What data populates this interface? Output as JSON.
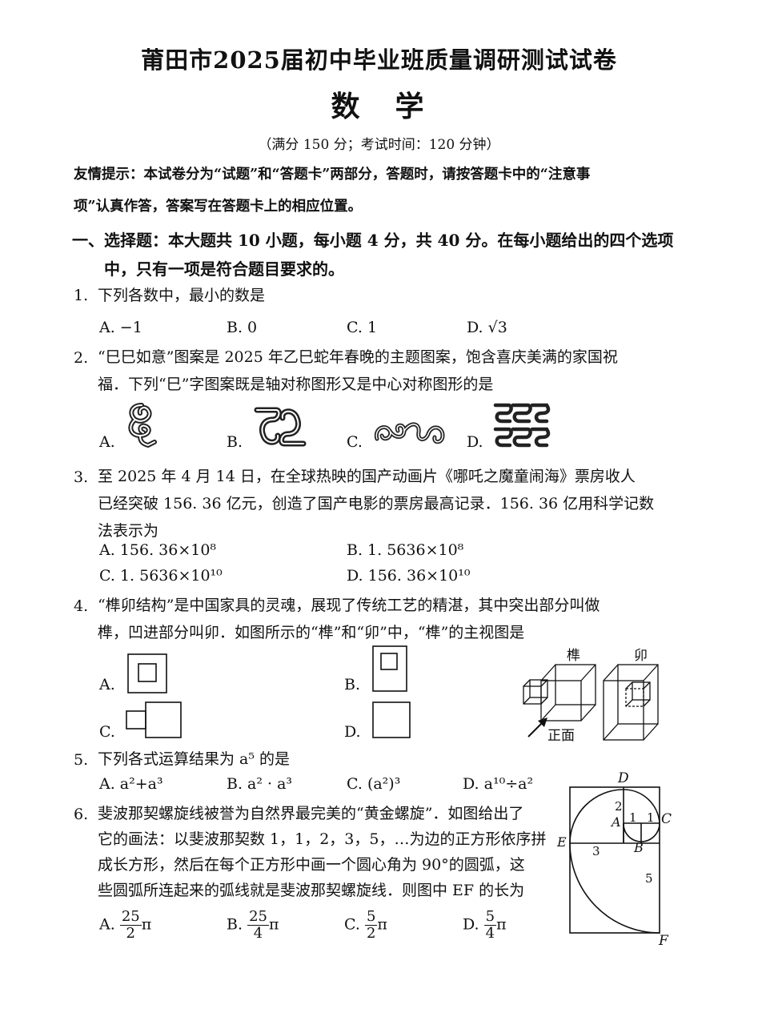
{
  "header": {
    "title": "莆田市2025届初中毕业班质量调研测试试卷",
    "subject": "数学",
    "meta": "（满分 150 分；考试时间：120 分钟）"
  },
  "tip": {
    "line1": "友情提示：本试卷分为“试题”和“答题卡”两部分，答题时，请按答题卡中的“注意事",
    "line2": "项”认真作答，答案写在答题卡上的相应位置。"
  },
  "section1": {
    "line1": "一、选择题：本大题共 10 小题，每小题 4 分，共 40 分。在每小题给出的四个选项",
    "line2": "中，只有一项是符合题目要求的。"
  },
  "questions": [
    {
      "num": "1.",
      "stem": [
        "下列各数中，最小的数是"
      ],
      "options": [
        "A.  −1",
        "B.  0",
        "C.  1",
        "D.  √3"
      ]
    },
    {
      "num": "2.",
      "stem": [
        "“巳巳如意”图案是 2025 年乙巳蛇年春晚的主题图案，饱含喜庆美满的家国祝",
        "福．下列“巳”字图案既是轴对称图形又是中心对称图形的是"
      ],
      "options": [
        "A.",
        "B.",
        "C.",
        "D."
      ]
    },
    {
      "num": "3.",
      "stem": [
        "至 2025 年 4 月 14 日，在全球热映的国产动画片《哪吒之魔童闹海》票房收人",
        "已经突破 156. 36 亿元，创造了国产电影的票房最高记录．156. 36 亿用科学记数",
        "法表示为"
      ],
      "options": [
        "A.  156. 36×10⁸",
        "B.  1. 5636×10⁸",
        "C.  1. 5636×10¹⁰",
        "D.  156. 36×10¹⁰"
      ]
    },
    {
      "num": "4.",
      "stem": [
        "“榫卯结构”是中国家具的灵魂，展现了传统工艺的精湛，其中突出部分叫做",
        "榫，凹进部分叫卯．如图所示的“榫”和“卯”中，“榫”的主视图是"
      ],
      "options": [
        "A.",
        "B.",
        "C.",
        "D."
      ],
      "figure_labels": {
        "sun": "榫",
        "mao": "卯",
        "front": "正面"
      }
    },
    {
      "num": "5.",
      "stem": [
        "下列各式运算结果为 a⁵ 的是"
      ],
      "options": [
        "A.  a²+a³",
        "B.  a² · a³",
        "C.  (a²)³",
        "D.  a¹⁰÷a²"
      ]
    },
    {
      "num": "6.",
      "stem": [
        "斐波那契螺旋线被誉为自然界最完美的“黄金螺旋”．如图给出了",
        "它的画法：以斐波那契数 1，1，2，3，5，…为边的正方形依序拼",
        "成长方形，然后在每个正方形中画一个圆心角为 90°的圆弧，这",
        "些圆弧所连起来的弧线就是斐波那契螺旋线．则图中 EF 的长为"
      ],
      "options": [
        {
          "label": "A.",
          "num": "25",
          "den": "2",
          "unit": "π"
        },
        {
          "label": "B.",
          "num": "25",
          "den": "4",
          "unit": "π"
        },
        {
          "label": "C.",
          "num": "5",
          "den": "2",
          "unit": "π"
        },
        {
          "label": "D.",
          "num": "5",
          "den": "4",
          "unit": "π"
        }
      ],
      "figure_labels": {
        "D": "D",
        "C": "C",
        "A": "A",
        "B": "B",
        "E": "E",
        "F": "F",
        "n2": "2",
        "n1a": "1",
        "n1b": "1",
        "n3": "3",
        "n5": "5"
      }
    }
  ]
}
